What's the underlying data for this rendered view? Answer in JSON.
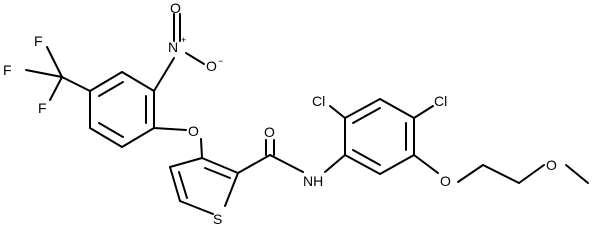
{
  "structure": {
    "atoms": {
      "f_top": "F",
      "f_left": "F",
      "f_bottom": "F",
      "n_nitro": "N",
      "n_charge": "+",
      "o_nitro_top": "O",
      "o_nitro_right": "O",
      "o_nitro_charge": "−",
      "o_ether": "O",
      "o_carbonyl": "O",
      "s_thiophene": "S",
      "nh_amide": "NH",
      "cl_left": "Cl",
      "cl_right": "Cl",
      "o_alkoxy": "O",
      "o_methoxy": "O"
    }
  }
}
